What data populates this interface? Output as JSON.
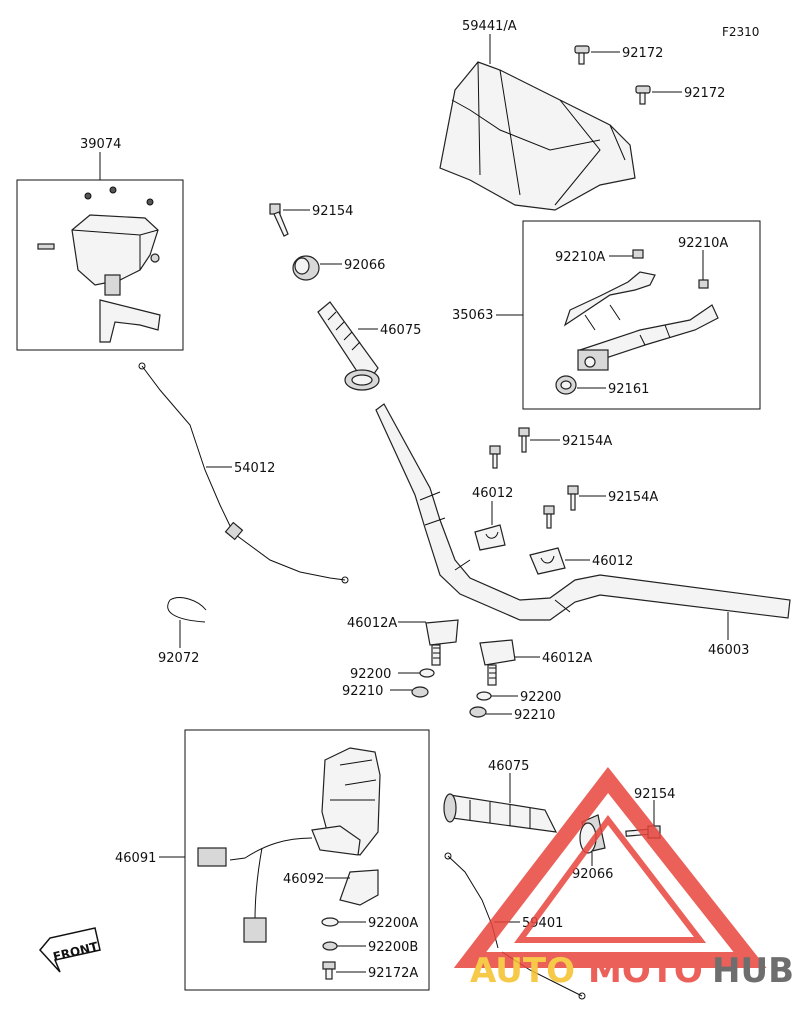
{
  "diagram": {
    "figure_code": "F2310",
    "front_label": "FRONT",
    "labels": {
      "p59441A": "59441/A",
      "p92172_a": "92172",
      "p92172_b": "92172",
      "p39074": "39074",
      "p92154_top": "92154",
      "p92066_top": "92066",
      "p46075_top": "46075",
      "p35063": "35063",
      "p92210A_left": "92210A",
      "p92210A_right": "92210A",
      "p92161": "92161",
      "p54012": "54012",
      "p92154A_a": "92154A",
      "p92154A_b": "92154A",
      "p46012_a": "46012",
      "p46012_b": "46012",
      "p92072": "92072",
      "p46012A_left": "46012A",
      "p46012A_right": "46012A",
      "p92200_left": "92200",
      "p92210_left": "92210",
      "p92200_right": "92200",
      "p92210_right": "92210",
      "p46003": "46003",
      "p46075_bottom": "46075",
      "p92154_bottom": "92154",
      "p46091": "46091",
      "p46092": "46092",
      "p92066_bottom": "92066",
      "p59401": "59401",
      "p92200A": "92200A",
      "p92200B": "92200B",
      "p92172A": "92172A"
    }
  },
  "watermark": {
    "part1": "AUTO",
    "part2": "MOTO",
    "part3": "HUB",
    "colors": {
      "auto": "#f5c02a",
      "moto": "#e8453c",
      "hub": "#555555",
      "triangle": "#e8453c"
    }
  }
}
